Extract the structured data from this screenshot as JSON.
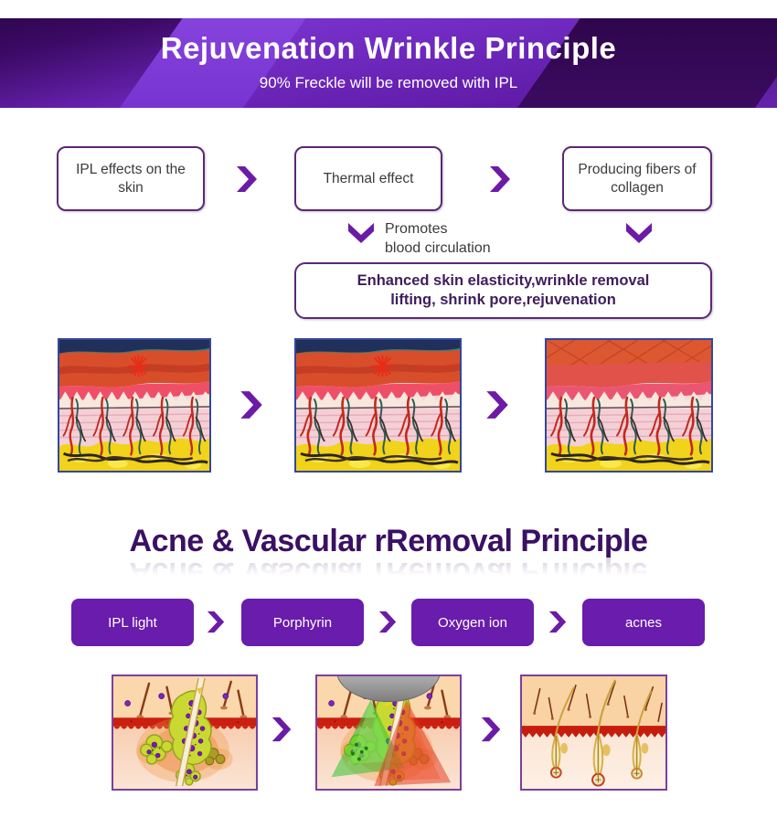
{
  "banner": {
    "title": "Rejuvenation Wrinkle Principle",
    "subtitle": "90% Freckle will be removed with IPL"
  },
  "wrinkle_flow": {
    "steps": [
      "IPL effects on the skin",
      "Thermal effect",
      "Producing fibers of collagen"
    ],
    "note": {
      "line1": "Promotes",
      "line2": "blood circulation"
    },
    "result": {
      "line1": "Enhanced skin elasticity,wrinkle removal",
      "line2": "lifting, shrink pore,rejuvenation"
    }
  },
  "acne_section": {
    "title": "Acne & Vascular rRemoval Principle",
    "steps": [
      "IPL light",
      "Porphyrin",
      "Oxygen ion",
      "acnes"
    ]
  },
  "icons": {
    "arrow_right": "chevron-right-icon",
    "arrow_down": "chevron-down-icon"
  },
  "images": {
    "wrinkle_diagrams": [
      "skin-cross-section-pigmented",
      "skin-cross-section-treatment",
      "skin-cross-section-rejuvenated"
    ],
    "acne_diagrams": [
      "sebaceous-gland-porphyrins",
      "ipl-light-on-gland",
      "clear-skin-follicles"
    ]
  },
  "colors": {
    "accent_purple": "#6C1BA6",
    "box_border": "#5C2875",
    "box_text": "#3B3B3B",
    "result_text": "#3F1D5C",
    "button_bg": "#6A1CAD",
    "button_text": "#FFFFFF",
    "section_title": "#3A1163",
    "banner_text": "#FFFFFF",
    "top_image_border": "#33479B",
    "bottom_image_border": "#7B3F9D"
  }
}
